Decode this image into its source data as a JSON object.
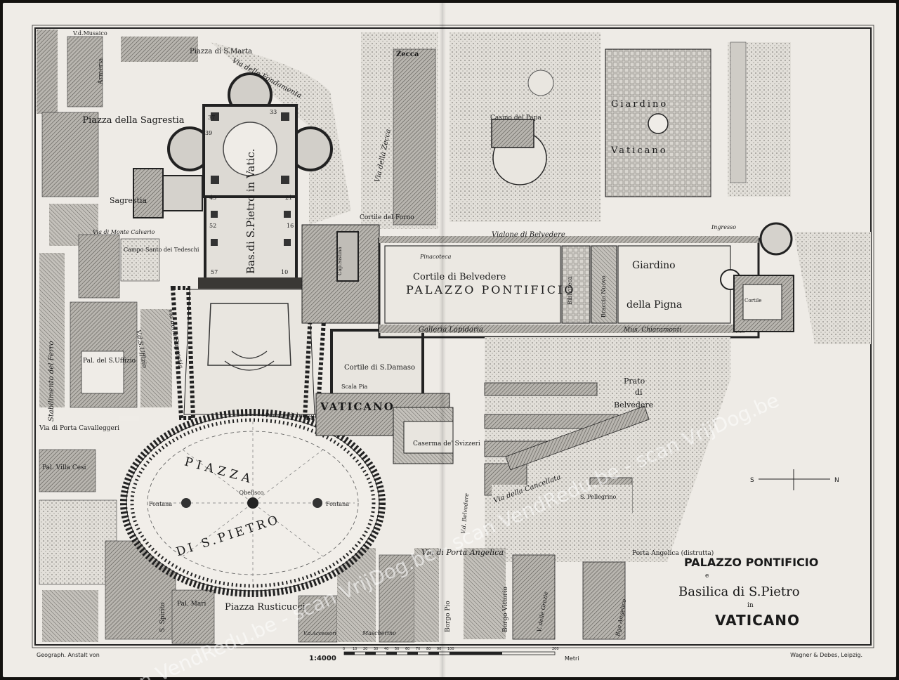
{
  "title_block": {
    "line1": "PALAZZO PONTIFICIO",
    "line2": "e",
    "line3": "Basilica di S.Pietro",
    "line4": "in",
    "line5": "VATICANO"
  },
  "buildings": {
    "basilica": "Bas.di S.Pietro in Vatic.",
    "palazzo": "PALAZZO PONTIFICIO",
    "vaticano": "VATICANO",
    "sagrestia": "Sagrestia",
    "casino": "Casino del Papa",
    "caserma": "Caserma de' Svizzeri",
    "zecca": "Zecca",
    "pinacoteca": "Pinacoteca",
    "biblioteca": "Biblioteca",
    "braccio": "Braccio Nuovo",
    "galleria": "Galleria Lapidaria",
    "chiaramonti": "Mus. Chiaramonti",
    "pal_uffizio": "Pal. del S.Uffizio",
    "pal_cesi": "Pal. Villa Cesi",
    "pal_mari": "Pal. Mari",
    "camposanto": "Campo Santo dei Tedeschi",
    "stabilimento": "Stabilimento del Ferro",
    "portone": "Portone di bronzo",
    "scala_pia": "Scala Pia",
    "cortile_cortile": "Cortile di Belvedere",
    "cortile_forno": "Cortile del Forno",
    "cortile_damaso": "Cortile di S.Damaso",
    "cortile_belvedere2": "Cortile",
    "ingresso": "Ingresso",
    "sala_sistina": "Cap.Sistina",
    "s_spirito": "S. Spirito",
    "s_pellegrino": "S. Pellegrino"
  },
  "squares": {
    "piazza_marta": "Piazza di S.Marta",
    "piazza_sagrestia": "Piazza della Sagrestia",
    "piazza_pietro_1": "PIAZZA",
    "piazza_pietro_2": "DI S.PIETRO",
    "obelisco": "Obelisco",
    "fontana_left": "Fontana",
    "fontana_right": "Fontana",
    "piazza_rusticucci": "Piazza Rusticucci",
    "giardino_vaticano_1": "Giardino",
    "giardino_vaticano_2": "Vaticano",
    "giardino_pigna_1": "Giardino",
    "giardino_pigna_2": "della Pigna",
    "prato_1": "Prato",
    "prato_2": "di",
    "prato_3": "Belvedere"
  },
  "streets": {
    "musaico": "V.d.Musaico",
    "armeria": "Armeria",
    "fondamenta": "Via delle Fondamenta",
    "zecca_via": "Via della Zecca",
    "vialone": "Vialone di Belvedere",
    "monte_calvario": "Via di Monte Calvario",
    "sagrestia_via": "Via della Sagrestia",
    "uffizio_via": "V.d.S.Uffizio",
    "cavalleggeri": "Via di Porta Cavalleggeri",
    "cancellata": "Via della Cancellata",
    "porta_angelica": "Via di Porta Angelica",
    "belvedere_via": "V.d. Belvedere",
    "borgo_pio": "Borgo Pio",
    "borgo_vittorio": "Borgo Vittorio",
    "porta_angelica_gate": "Porta Angelica (distrutta)",
    "angelico": "Bgo Angelico",
    "grazie": "V. delle Grazie",
    "accessori": "V.d.Accessori",
    "mascherino": "Mascherino"
  },
  "church_numbers": [
    "37",
    "33",
    "39",
    "45",
    "21",
    "52",
    "16",
    "57",
    "10"
  ],
  "compass": {
    "south": "S",
    "north": "N"
  },
  "scale": {
    "ratio": "1:4000",
    "ticks": [
      "0",
      "10",
      "20",
      "30",
      "40",
      "50",
      "60",
      "70",
      "80",
      "90",
      "100",
      "200"
    ],
    "unit": "Metri"
  },
  "footer": {
    "left": "Geograph. Anstalt von",
    "right": "Wagner & Debes, Leipzig."
  },
  "watermark": "scan VendRedu.be - scan VrijDog.be - scan VendRedu.be - scan VrijDog.be",
  "colors": {
    "paper": "#efece7",
    "ink": "#1a1a1a",
    "building": "#4a4845",
    "garden": "#d6d3cd",
    "block": "#8d8a85"
  }
}
